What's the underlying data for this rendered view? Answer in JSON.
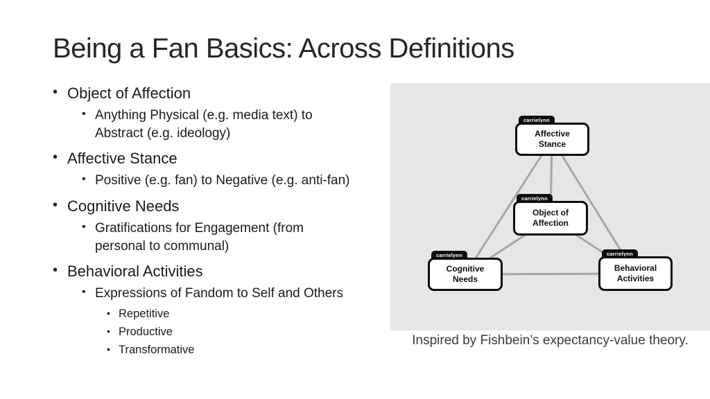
{
  "slide": {
    "title": "Being a Fan Basics: Across Definitions",
    "bullet_glyph": "•",
    "bullets": [
      {
        "level": 1,
        "lines": [
          "Object of Affection"
        ]
      },
      {
        "level": 2,
        "lines": [
          "Anything Physical (e.g. media text) to",
          "Abstract (e.g. ideology)"
        ]
      },
      {
        "level": 1,
        "lines": [
          "Affective Stance"
        ]
      },
      {
        "level": 2,
        "lines": [
          "Positive (e.g. fan) to Negative (e.g. anti-fan)"
        ]
      },
      {
        "level": 1,
        "lines": [
          "Cognitive Needs"
        ]
      },
      {
        "level": 2,
        "lines": [
          "Gratifications for Engagement (from",
          "personal to communal)"
        ]
      },
      {
        "level": 1,
        "lines": [
          "Behavioral Activities"
        ]
      },
      {
        "level": 2,
        "lines": [
          "Expressions of Fandom to Self and Others"
        ]
      },
      {
        "level": 3,
        "lines": [
          "Repetitive"
        ]
      },
      {
        "level": 3,
        "lines": [
          "Productive"
        ]
      },
      {
        "level": 3,
        "lines": [
          "Transformative"
        ]
      }
    ]
  },
  "diagram": {
    "badge_label": "carrielynn",
    "nodes": [
      {
        "id": "affective-stance",
        "label": "Affective Stance"
      },
      {
        "id": "object-of-affection",
        "label": "Object of Affection"
      },
      {
        "id": "cognitive-needs",
        "label": "Cognitive Needs"
      },
      {
        "id": "behavioral-activities",
        "label": "Behavioral Activities"
      }
    ],
    "edges": [
      [
        "affective-stance",
        "object-of-affection"
      ],
      [
        "affective-stance",
        "cognitive-needs"
      ],
      [
        "affective-stance",
        "behavioral-activities"
      ],
      [
        "object-of-affection",
        "cognitive-needs"
      ],
      [
        "object-of-affection",
        "behavioral-activities"
      ],
      [
        "cognitive-needs",
        "behavioral-activities"
      ]
    ],
    "caption": "Inspired by Fishbein’s expectancy-value theory.",
    "colors": {
      "panel_bg": "#e6e6e6",
      "edge_line": "#a6a6a6",
      "node_bg": "#ffffff",
      "node_border": "#0d0d0d",
      "badge_bg": "#0d0d0d",
      "badge_text": "#ffffff",
      "title_text": "#262626",
      "body_text": "#1a1a1a"
    }
  }
}
